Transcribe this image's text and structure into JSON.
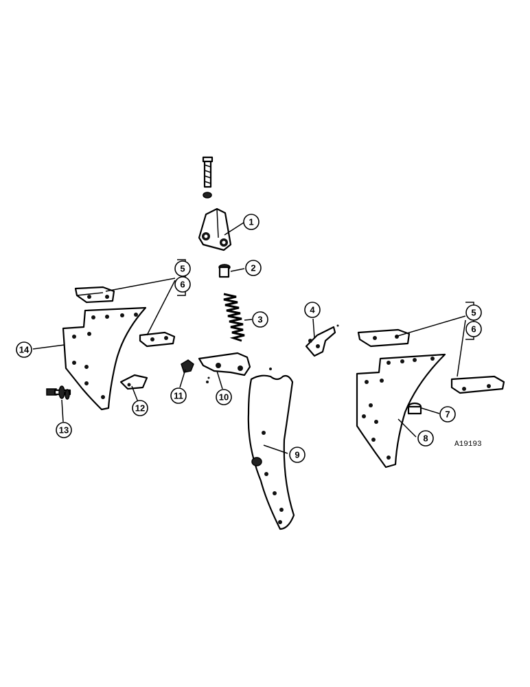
{
  "reference_code": "A19193",
  "callouts": [
    "1",
    "2",
    "3",
    "4",
    "5",
    "6",
    "7",
    "8",
    "9",
    "10",
    "11",
    "12",
    "13",
    "14"
  ],
  "callouts_right_pair": [
    "5",
    "6"
  ]
}
